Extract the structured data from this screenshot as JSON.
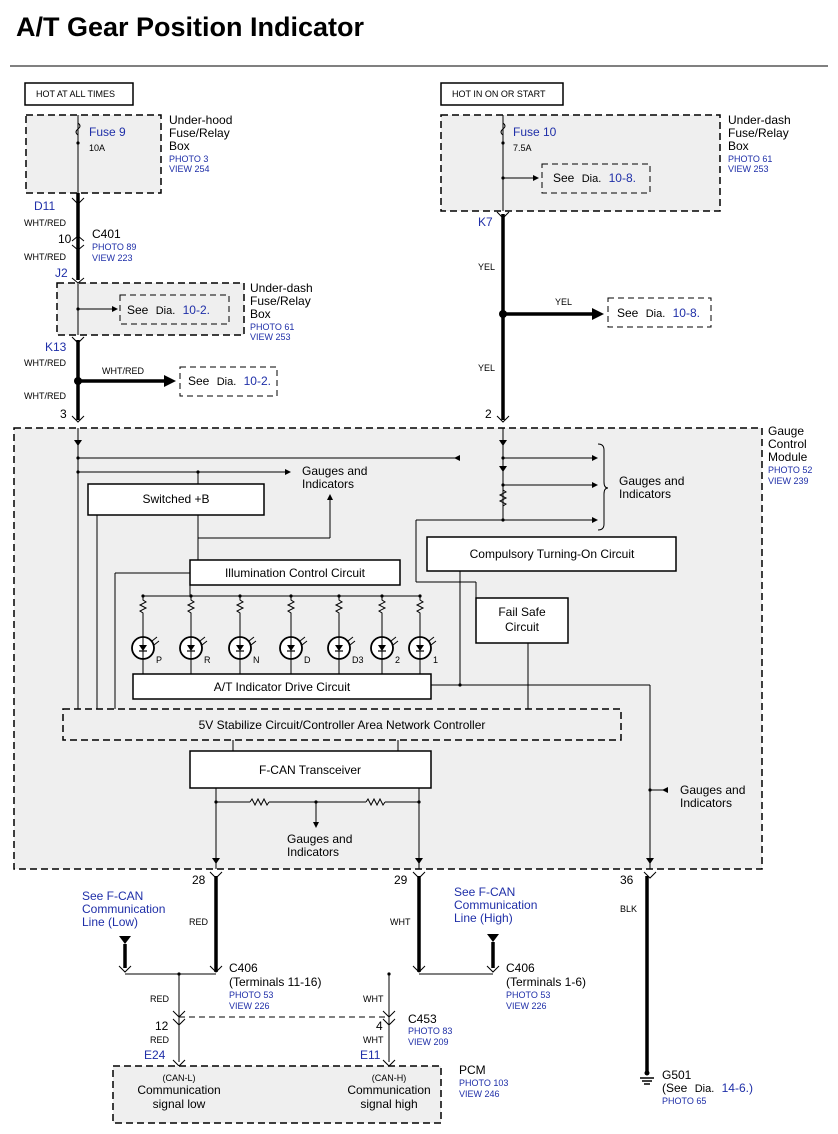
{
  "title": "A/T Gear Position Indicator",
  "power": {
    "hot_always": "HOT AT ALL TIMES",
    "hot_on_start": "HOT IN ON OR START"
  },
  "underhood_box": {
    "name_lines": [
      "Under-hood",
      "Fuse/Relay",
      "Box"
    ],
    "photo": "PHOTO 3",
    "view": "VIEW 254",
    "fuse_label": "Fuse 9",
    "fuse_rating": "10A"
  },
  "underdash_box_top": {
    "name_lines": [
      "Under-dash",
      "Fuse/Relay",
      "Box"
    ],
    "photo": "PHOTO 61",
    "view": "VIEW 253",
    "fuse_label": "Fuse 10",
    "fuse_rating": "7.5A",
    "see_prefix": "See",
    "see_dia": "Dia.",
    "see_ref": "10-8."
  },
  "underdash_box_mid": {
    "name_lines": [
      "Under-dash",
      "Fuse/Relay",
      "Box"
    ],
    "photo": "PHOTO 61",
    "view": "VIEW 253",
    "see_prefix": "See",
    "see_dia": "Dia.",
    "see_ref": "10-2."
  },
  "connectors": {
    "d11": "D11",
    "c401": "C401",
    "c401_pin": "10",
    "c401_photo": "PHOTO 89",
    "c401_view": "VIEW 223",
    "j2": "J2",
    "k13": "K13",
    "k7": "K7",
    "pin3": "3",
    "pin2": "2",
    "pin28": "28",
    "pin29": "29",
    "pin36": "36"
  },
  "wires": {
    "wht_red": "WHT/RED",
    "yel": "YEL",
    "red": "RED",
    "wht": "WHT",
    "blk": "BLK"
  },
  "side_refs": {
    "left_prefix": "See",
    "left_dia": "Dia.",
    "left_ref": "10-2.",
    "right_prefix": "See",
    "right_dia": "Dia.",
    "right_ref": "10-8."
  },
  "gcm": {
    "name_lines": [
      "Gauge",
      "Control",
      "Module"
    ],
    "photo": "PHOTO 52",
    "view": "VIEW 239",
    "gauges_lines": [
      "Gauges and",
      "Indicators"
    ],
    "switched_b": "Switched +B",
    "compulsory": "Compulsory Turning-On Circuit",
    "illumination": "Illumination Control Circuit",
    "fail_safe_lines": [
      "Fail Safe",
      "Circuit"
    ],
    "indicator_drive": "A/T Indicator Drive Circuit",
    "stabilize": "5V Stabilize Circuit/Controller Area Network Controller",
    "fcan": "F-CAN Transceiver",
    "gears": [
      "P",
      "R",
      "N",
      "D",
      "D3",
      "2",
      "1"
    ]
  },
  "bottom": {
    "fcan_low_lines": [
      "See F-CAN",
      "Communication",
      "Line (Low)"
    ],
    "fcan_high_lines": [
      "See F-CAN",
      "Communication",
      "Line (High)"
    ],
    "c406_left": "C406",
    "c406_left_terms": "(Terminals 11-16)",
    "c406_left_photo": "PHOTO 53",
    "c406_left_view": "VIEW 226",
    "c406_right": "C406",
    "c406_right_terms": "(Terminals 1-6)",
    "c406_right_photo": "PHOTO 53",
    "c406_right_view": "VIEW 226",
    "c453": "C453",
    "c453_photo": "PHOTO 83",
    "c453_view": "VIEW 209",
    "pin12": "12",
    "pin4": "4",
    "e24": "E24",
    "e11": "E11",
    "pcm": "PCM",
    "pcm_photo": "PHOTO 103",
    "pcm_view": "VIEW 246",
    "can_l": "(CAN-L)",
    "can_h": "(CAN-H)",
    "comm_low_lines": [
      "Communication",
      "signal low"
    ],
    "comm_high_lines": [
      "Communication",
      "signal high"
    ],
    "g501": "G501",
    "g501_see_prefix": "(See",
    "g501_dia": "Dia.",
    "g501_ref": "14-6.)",
    "g501_photo": "PHOTO 65"
  }
}
